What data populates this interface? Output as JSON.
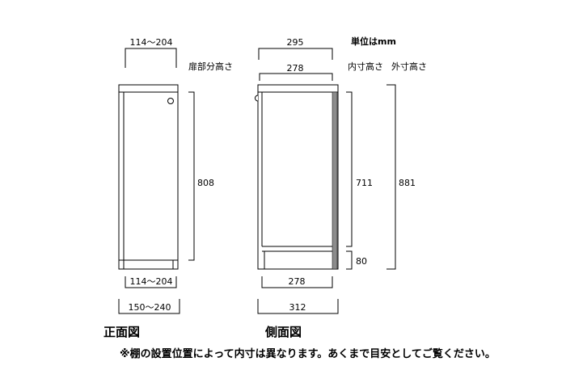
{
  "header": {
    "unit_label": "単位はmm",
    "door_height_label": "扉部分高さ",
    "inner_height_label": "内寸高さ",
    "outer_height_label": "外寸高さ"
  },
  "front_view": {
    "title": "正面図",
    "top_width": "114～204",
    "door_height": "808",
    "bottom_inner_width": "114～204",
    "bottom_outer_width": "150～240"
  },
  "side_view": {
    "title": "側面図",
    "top_outer_width": "295",
    "top_inner_width": "278",
    "inner_height": "711",
    "plinth_height": "80",
    "outer_height": "881",
    "bottom_inner_width": "278",
    "bottom_outer_width": "312"
  },
  "footer": {
    "note": "※棚の設置位置によって内寸は異なります。あくまで目安としてご覧ください。"
  }
}
